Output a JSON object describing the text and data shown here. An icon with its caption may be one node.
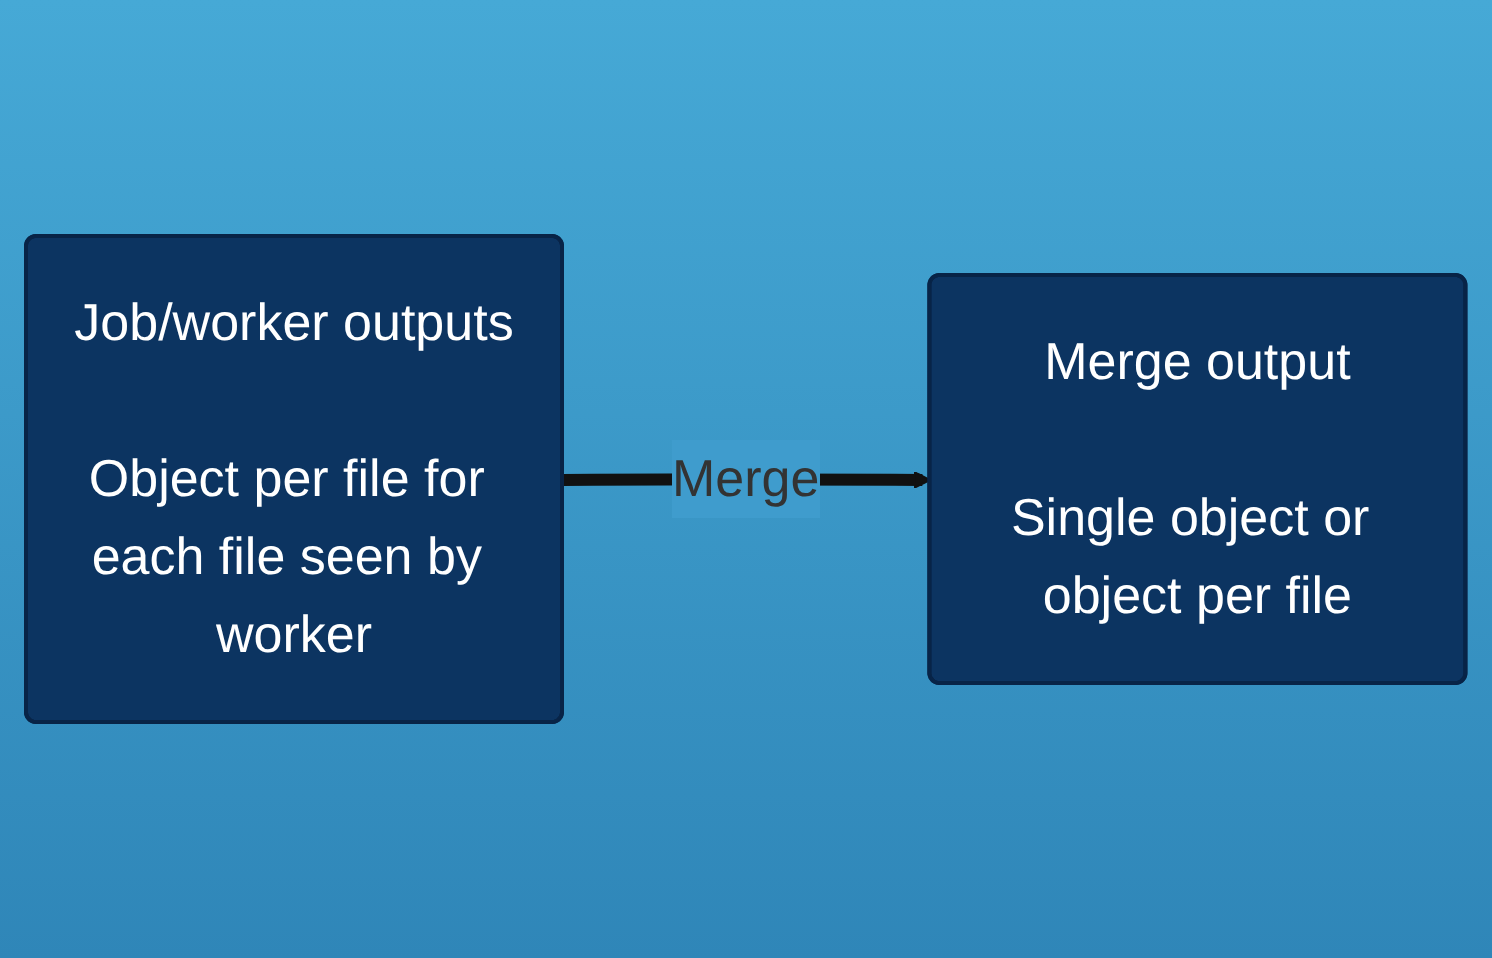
{
  "diagram": {
    "nodes": [
      {
        "text": [
          "Job/worker outputs",
          "Object per file for each file seen by worker"
        ]
      },
      {
        "text": [
          "Merge output",
          "Single object or object per file"
        ]
      }
    ],
    "edges": [
      {
        "from": 0,
        "to": 1,
        "arrow": "to",
        "label": "Merge"
      }
    ]
  }
}
